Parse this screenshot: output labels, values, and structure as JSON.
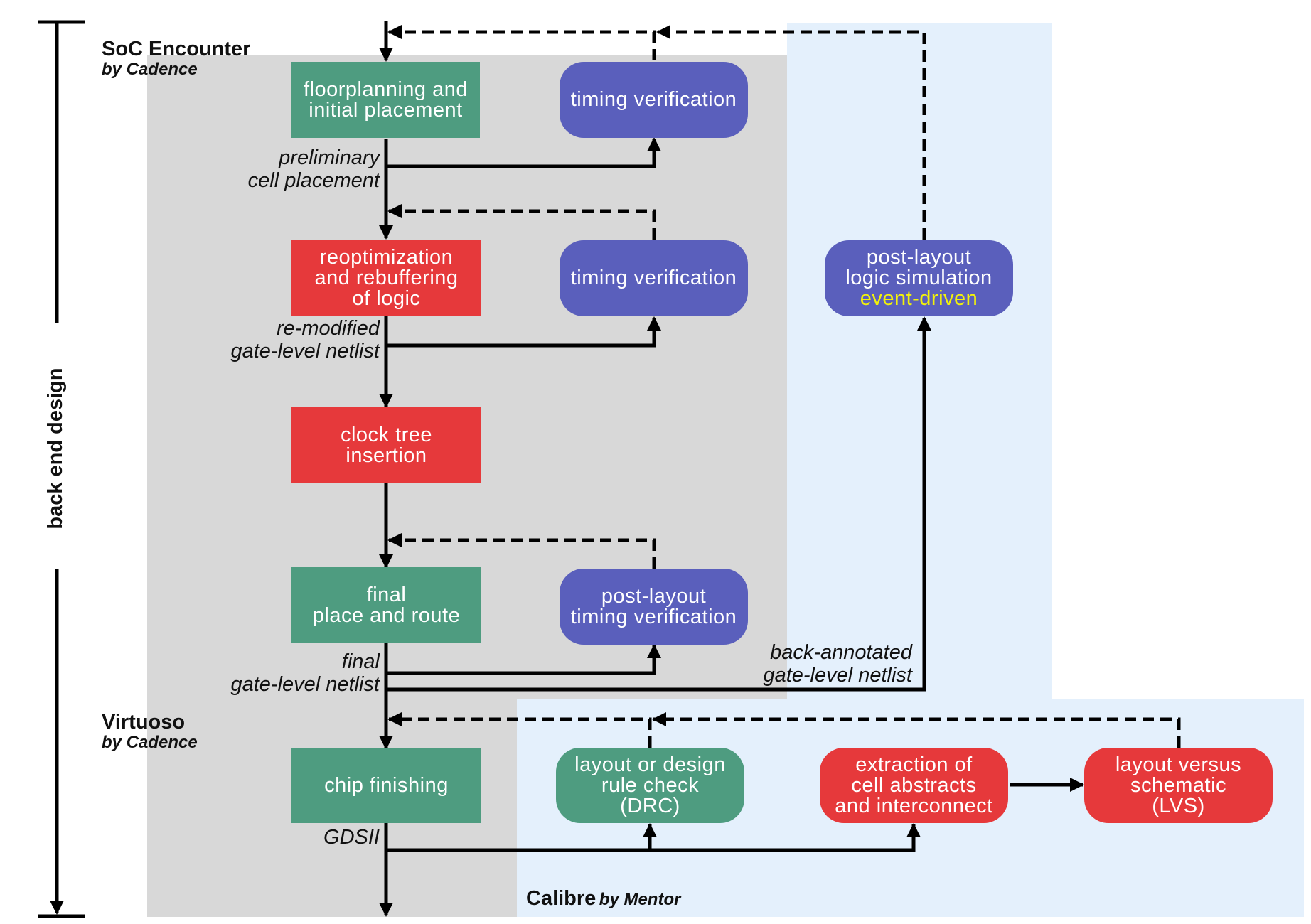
{
  "side_label": "back end design",
  "tools": {
    "soc": {
      "name": "SoC Encounter",
      "by": "by Cadence"
    },
    "virtuoso": {
      "name": "Virtuoso",
      "by": "by Cadence"
    },
    "calibre": {
      "name": "Calibre",
      "by": "by Mentor"
    }
  },
  "blocks": {
    "floorplanning": [
      "floorplanning and",
      "initial placement"
    ],
    "timing1": [
      "timing verification"
    ],
    "reopt": [
      "reoptimization",
      "and rebuffering",
      "of logic"
    ],
    "timing2": [
      "timing verification"
    ],
    "postsim": [
      "post-layout",
      "logic simulation"
    ],
    "postsim_note": "event-driven",
    "clocktree": [
      "clock tree",
      "insertion"
    ],
    "final_pr": [
      "final",
      "place and route"
    ],
    "postlayout_timing": [
      "post-layout",
      "timing verification"
    ],
    "chip_finishing": [
      "chip finishing"
    ],
    "drc": [
      "layout or design",
      "rule check",
      "(DRC)"
    ],
    "extraction": [
      "extraction of",
      "cell abstracts",
      "and interconnect"
    ],
    "lvs": [
      "layout versus",
      "schematic",
      "(LVS)"
    ]
  },
  "edge_labels": {
    "prelim": [
      "preliminary",
      "cell placement"
    ],
    "remod": [
      "re-modified",
      "gate-level netlist"
    ],
    "final_netlist": [
      "final",
      "gate-level netlist"
    ],
    "backann": [
      "back-annotated",
      "gate-level netlist"
    ],
    "gdsii": "GDSII"
  },
  "colors": {
    "green": "#4e9c80",
    "red": "#e6393b",
    "blue": "#5a5fbc",
    "highlight": "#f2f20a",
    "gray_region": "#d8d8d8",
    "blue_region": "#e4f0fc"
  }
}
